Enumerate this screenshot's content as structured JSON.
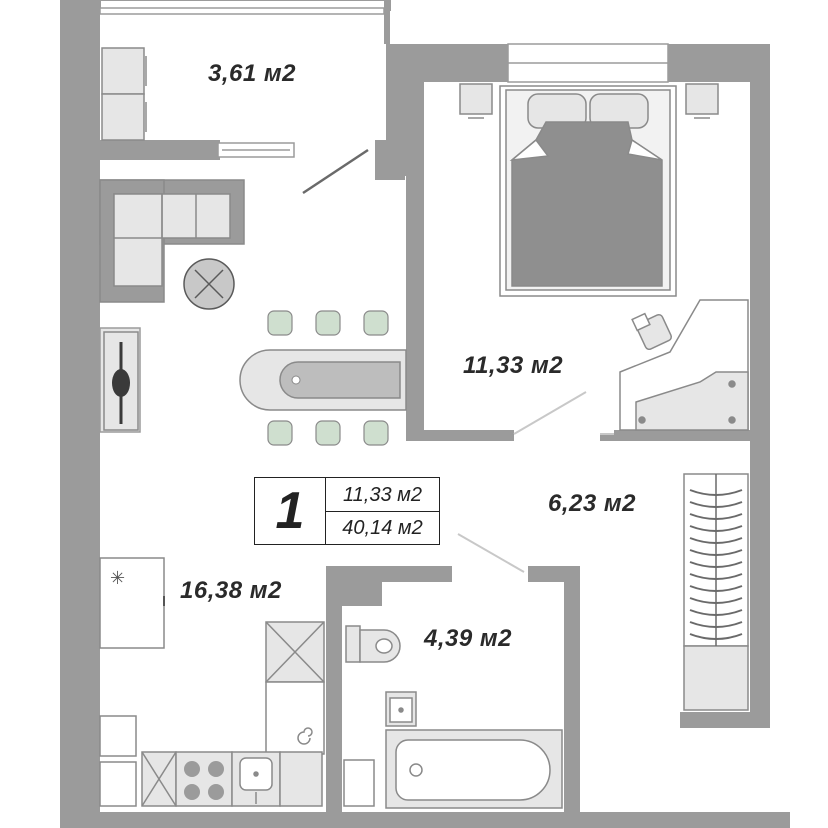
{
  "rooms": {
    "balcony": {
      "area": "3,61 м2"
    },
    "bedroom": {
      "area": "11,33 м2"
    },
    "hall": {
      "area": "6,23 м2"
    },
    "living_kitchen": {
      "area": "16,38 м2"
    },
    "bathroom": {
      "area": "4,39 м2"
    }
  },
  "legend": {
    "rooms_count": "1",
    "living_area": "11,33 м2",
    "total_area": "40,14 м2"
  },
  "colors": {
    "wall": "#9b9b9b",
    "furniture_fill": "#e6e6e6",
    "furniture_stroke": "#8a8a8a",
    "bed": "#8f8f8f",
    "chair_green": "#cfdfcf",
    "text": "#2a2a2a"
  }
}
